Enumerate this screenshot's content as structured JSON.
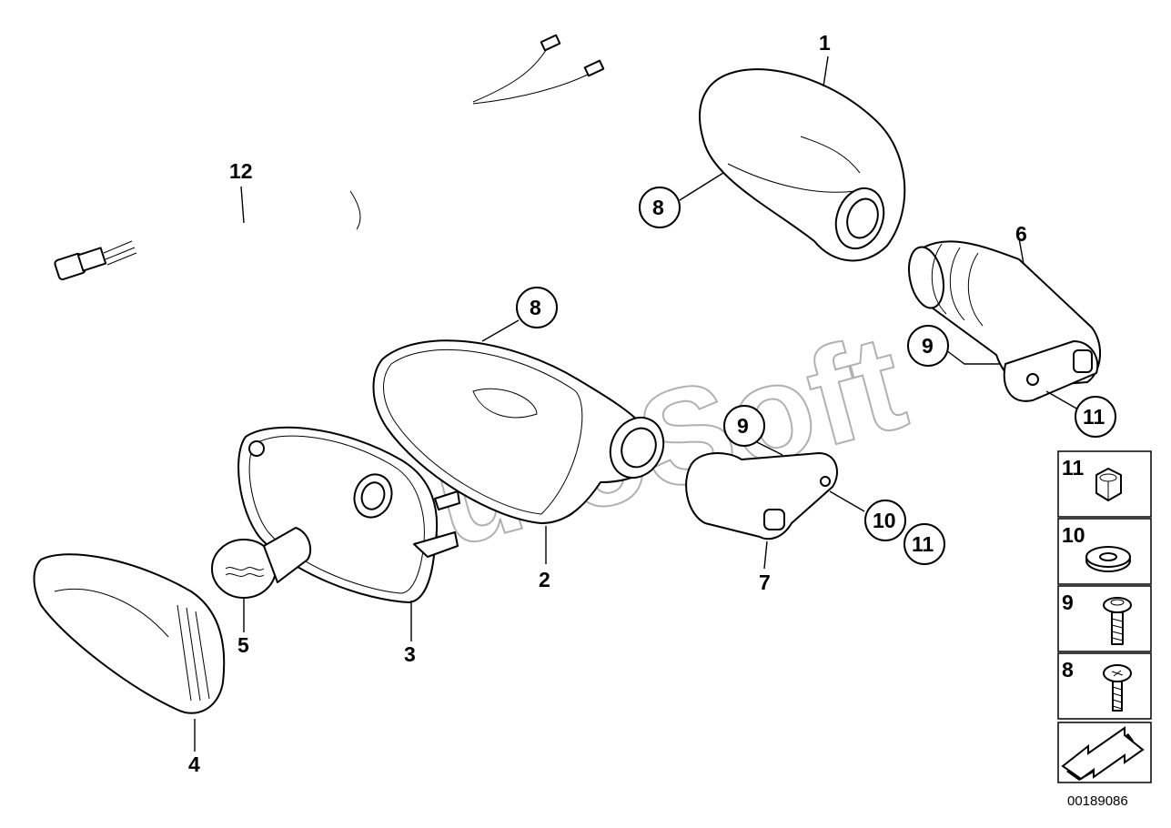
{
  "diagram": {
    "watermark": "AutoSoft",
    "drawing_number": "00189086",
    "callouts": {
      "c1": "1",
      "c2": "2",
      "c3": "3",
      "c4": "4",
      "c5": "5",
      "c6": "6",
      "c7": "7",
      "c8a": "8",
      "c8b": "8",
      "c9a": "9",
      "c9b": "9",
      "c10": "10",
      "c11a": "11",
      "c11b": "11",
      "c12": "12"
    },
    "legend": [
      {
        "label": "11",
        "icon": "hex-nut-icon"
      },
      {
        "label": "10",
        "icon": "washer-icon"
      },
      {
        "label": "9",
        "icon": "hex-screw-icon"
      },
      {
        "label": "8",
        "icon": "phillips-screw-icon"
      }
    ],
    "direction_icon": "arrow-icon"
  }
}
